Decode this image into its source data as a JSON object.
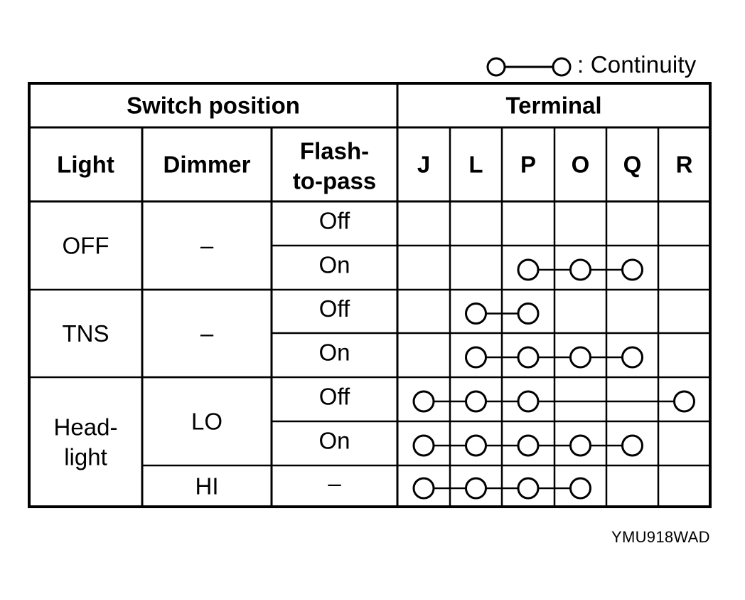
{
  "legend": {
    "text": ": Continuity"
  },
  "table": {
    "group_headers": {
      "switch_position": "Switch position",
      "terminal": "Terminal"
    },
    "column_headers": {
      "light": "Light",
      "dimmer": "Dimmer",
      "flash_to_pass": [
        "Flash-",
        "to-pass"
      ]
    },
    "terminals": [
      "J",
      "L",
      "P",
      "O",
      "Q",
      "R"
    ],
    "light_groups": [
      {
        "label": [
          "OFF"
        ],
        "rows": [
          0,
          1
        ]
      },
      {
        "label": [
          "TNS"
        ],
        "rows": [
          2,
          3
        ]
      },
      {
        "label": [
          "Head-",
          "light"
        ],
        "rows": [
          4,
          5,
          6
        ]
      }
    ],
    "dimmer_groups": [
      {
        "label": "–",
        "rows": [
          0,
          1
        ]
      },
      {
        "label": "–",
        "rows": [
          2,
          3
        ]
      },
      {
        "label": "LO",
        "rows": [
          4,
          5
        ]
      },
      {
        "label": "HI",
        "rows": [
          6
        ]
      }
    ],
    "rows": [
      {
        "flash": "Off",
        "continuity": []
      },
      {
        "flash": "On",
        "continuity": [
          "P",
          "O",
          "Q"
        ]
      },
      {
        "flash": "Off",
        "continuity": [
          "L",
          "P"
        ]
      },
      {
        "flash": "On",
        "continuity": [
          "L",
          "P",
          "O",
          "Q"
        ]
      },
      {
        "flash": "Off",
        "continuity": [
          "J",
          "L",
          "P",
          "R"
        ]
      },
      {
        "flash": "On",
        "continuity": [
          "J",
          "L",
          "P",
          "O",
          "Q"
        ]
      },
      {
        "flash": "–",
        "continuity": [
          "J",
          "L",
          "P",
          "O"
        ]
      }
    ]
  },
  "figure_code": "YMU918WAD"
}
